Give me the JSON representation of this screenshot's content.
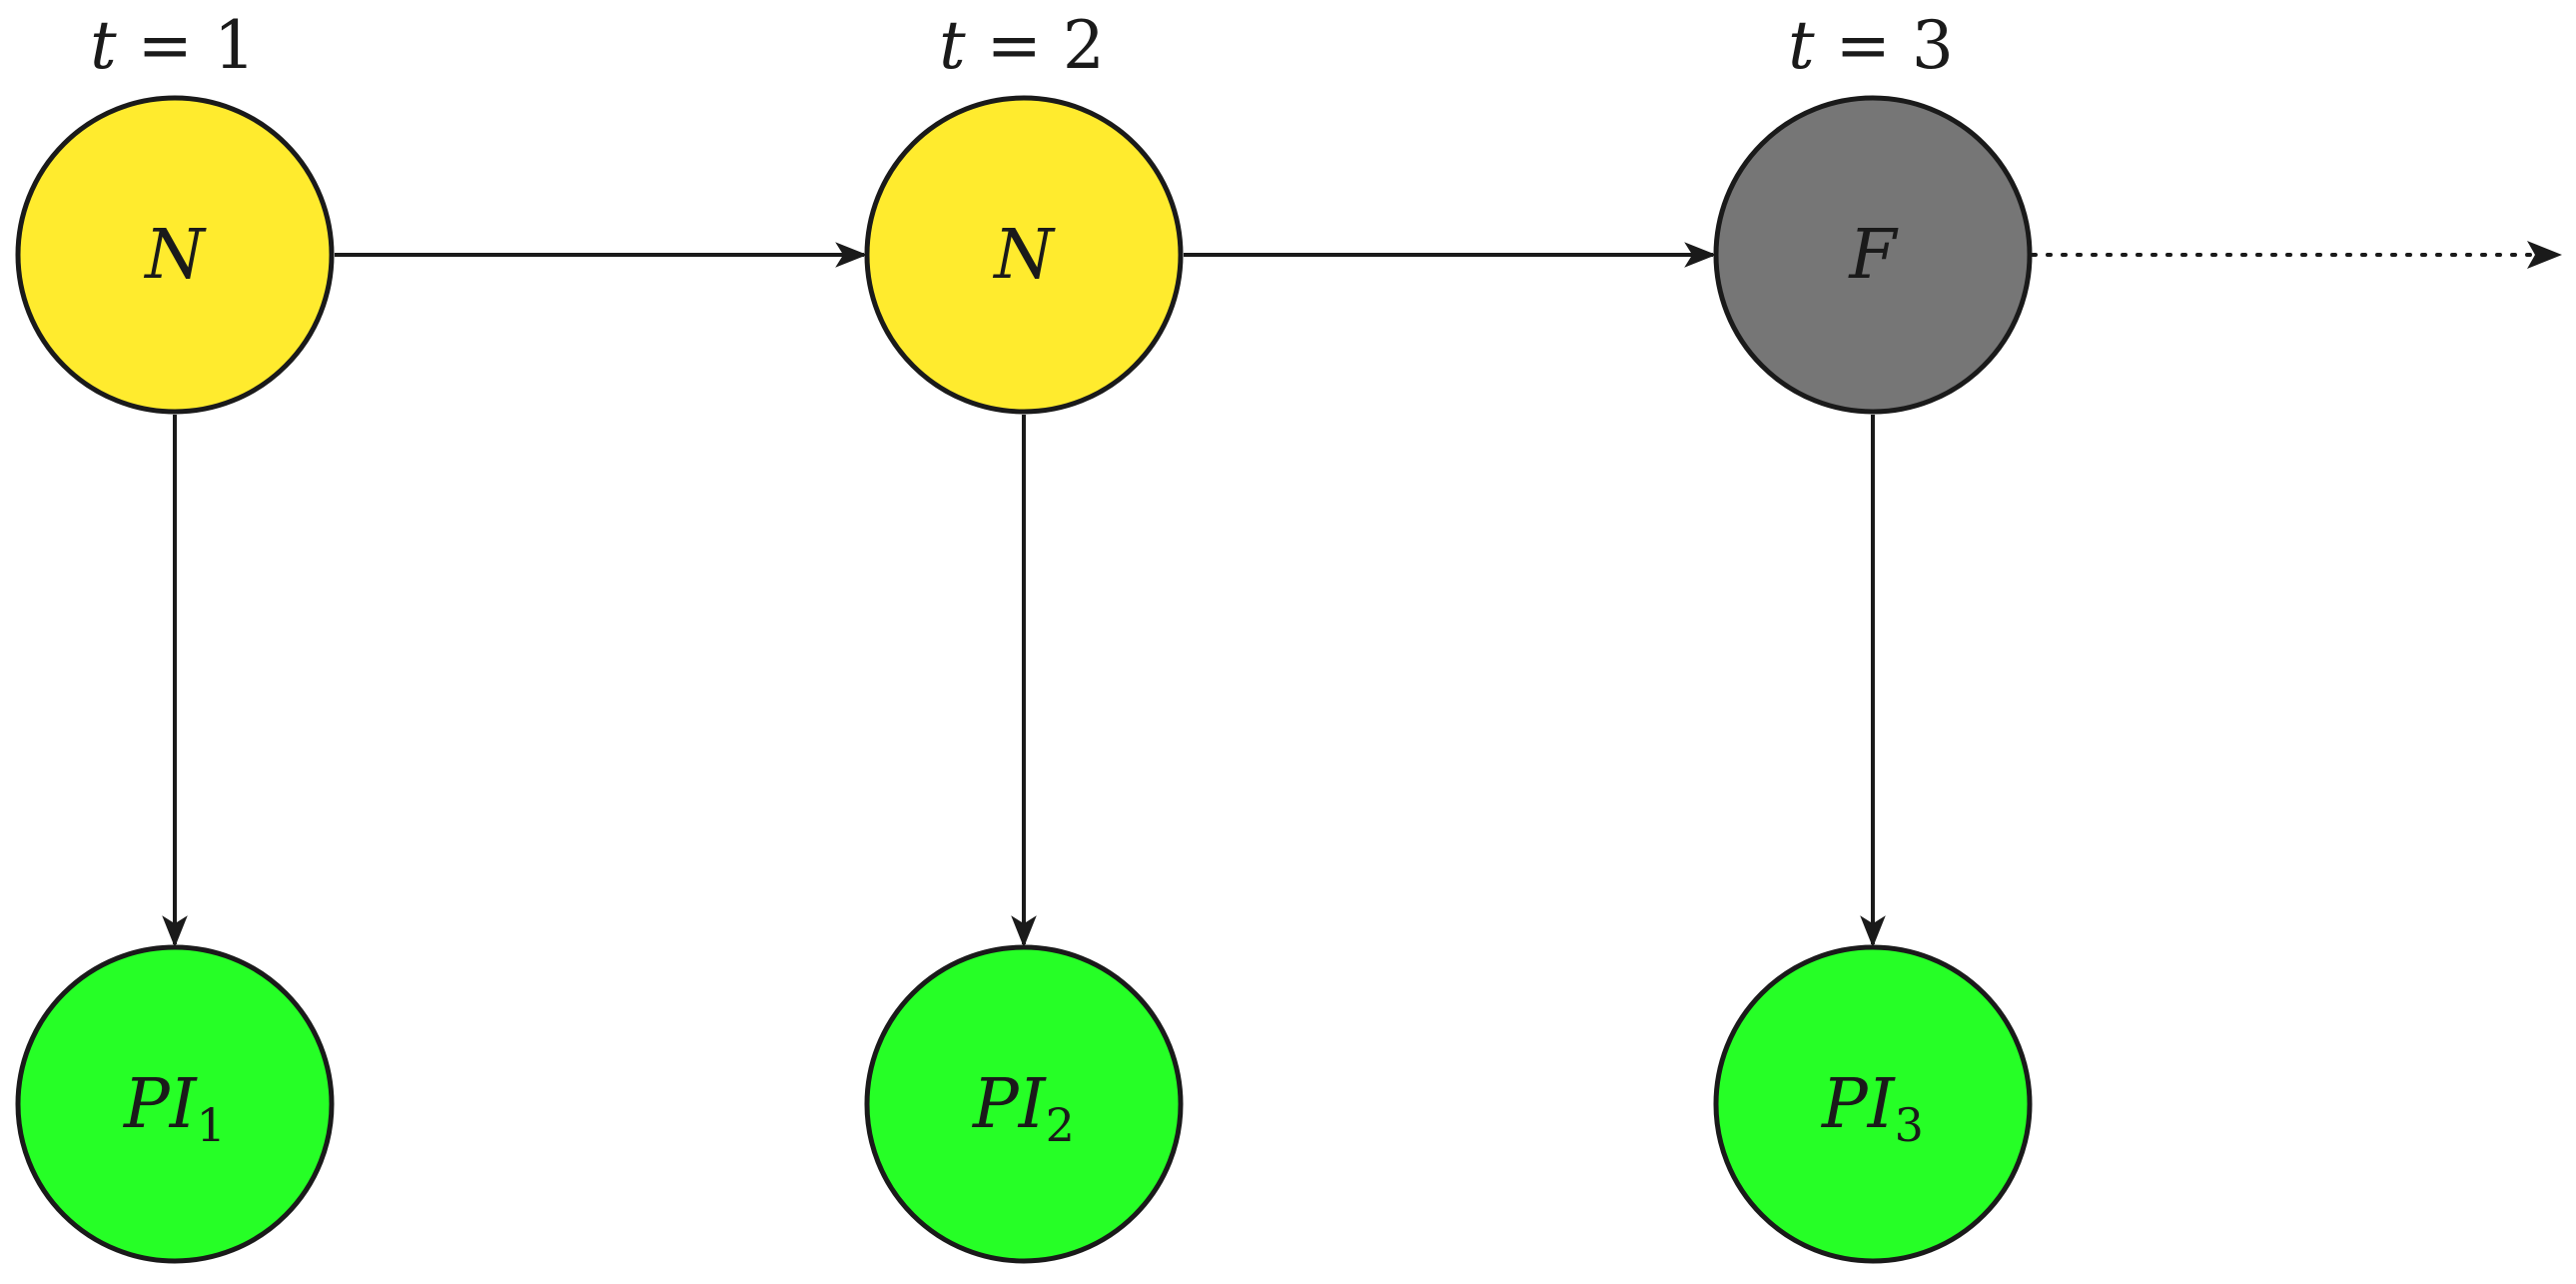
{
  "colors": {
    "normal_node": "#FFEB2E",
    "failure_node": "#767676",
    "observation_node": "#26FF26",
    "stroke": "#1a1a1a",
    "background": "#ffffff"
  },
  "time_steps": [
    {
      "var": "t",
      "eq": " = ",
      "value": "1"
    },
    {
      "var": "t",
      "eq": " = ",
      "value": "2"
    },
    {
      "var": "t",
      "eq": " = ",
      "value": "3"
    }
  ],
  "state_nodes": [
    {
      "label": "N",
      "kind": "normal"
    },
    {
      "label": "N",
      "kind": "normal"
    },
    {
      "label": "F",
      "kind": "failure"
    }
  ],
  "observation_nodes": [
    {
      "base": "PI",
      "sub": "1"
    },
    {
      "base": "PI",
      "sub": "2"
    },
    {
      "base": "PI",
      "sub": "3"
    }
  ],
  "edges": [
    {
      "from": "state-1",
      "to": "state-2",
      "style": "solid"
    },
    {
      "from": "state-2",
      "to": "state-3",
      "style": "solid"
    },
    {
      "from": "state-3",
      "to": "continuation",
      "style": "dotted"
    },
    {
      "from": "state-1",
      "to": "observation-1",
      "style": "solid"
    },
    {
      "from": "state-2",
      "to": "observation-2",
      "style": "solid"
    },
    {
      "from": "state-3",
      "to": "observation-3",
      "style": "solid"
    }
  ]
}
